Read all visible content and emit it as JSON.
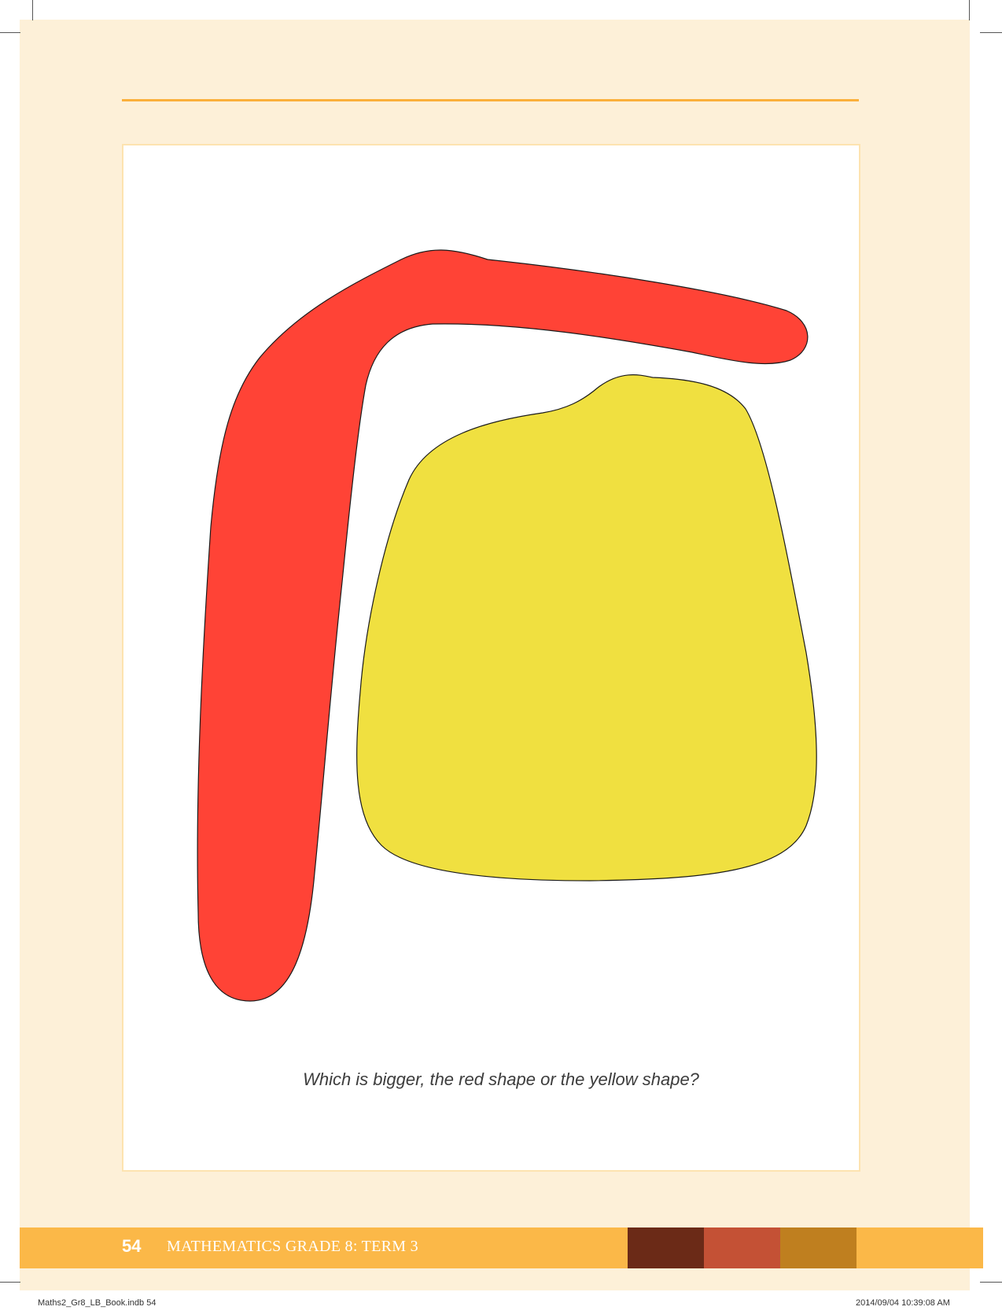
{
  "page": {
    "question": "Which is bigger, the red shape or the yellow shape?",
    "footer": {
      "page_number": "54",
      "title": "MATHEMATICS GRADE 8: TERM 3"
    },
    "slug": {
      "left": "Maths2_Gr8_LB_Book.indb   54",
      "right": "2014/09/04   10:39:08 AM"
    }
  },
  "colors": {
    "page_background": "#fdf0d8",
    "accent_orange": "#fbb848",
    "red_shape": "#ff4336",
    "yellow_shape": "#f0e040",
    "swatch_dark_brown": "#6b2a17",
    "swatch_rust": "#c45135",
    "swatch_ochre": "#bf7f1f"
  },
  "shapes": [
    {
      "name": "red shape",
      "color": "#ff4336"
    },
    {
      "name": "yellow shape",
      "color": "#f0e040"
    }
  ]
}
